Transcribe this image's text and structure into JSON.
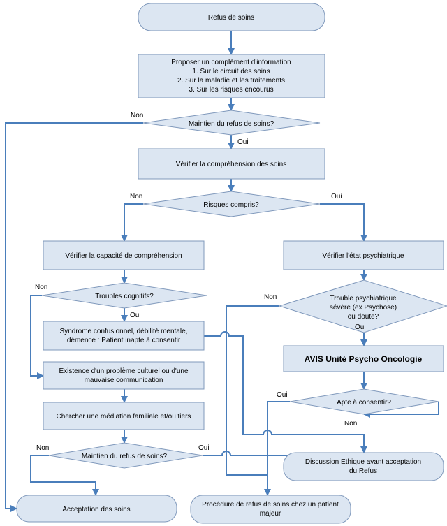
{
  "nodes": {
    "refus": "Refus de soins",
    "proposer": [
      "Proposer un complément d'information",
      "1. Sur le circuit des soins",
      "2. Sur la maladie et les traitements",
      "3. Sur les risques encourus"
    ],
    "maintien1": "Maintien du refus de soins?",
    "verifier_comp": "Vérifier la compréhension des soins",
    "risques": "Risques compris?",
    "capacite": "Vérifier la capacité de compréhension",
    "troubles_cog": "Troubles cognitifs?",
    "syndrome": [
      "Syndrome confusionnel, débilité mentale,",
      "démence : Patient inapte à consentir"
    ],
    "culturel": [
      "Existence d'un problème culturel ou d'une",
      "mauvaise communication"
    ],
    "mediation": "Chercher une médiation familiale et/ou tiers",
    "maintien2": "Maintien du refus de soins?",
    "acceptation": "Acceptation des soins",
    "procedure": [
      "Procédure de refus de soins chez un patient",
      "majeur"
    ],
    "etat_psy": "Vérifier l'état psychiatrique",
    "trouble_psy": [
      "Trouble psychiatrique",
      "sévère (ex Psychose)",
      "ou doute?"
    ],
    "avis": "AVIS Unité Psycho Oncologie",
    "apte": "Apte à consentir?",
    "discussion": [
      "Discussion Ethique avant acceptation",
      "du Refus"
    ]
  },
  "labels": {
    "non_maintien1": "Non",
    "oui_maintien1": "Oui",
    "non_risques": "Non",
    "oui_risques": "Oui",
    "non_troubles": "Non",
    "oui_troubles": "Oui",
    "non_trouble_psy": "Non",
    "oui_trouble_psy": "Oui",
    "oui_apte": "Oui",
    "non_apte": "Non",
    "non_maintien2": "Non",
    "oui_maintien2": "Oui"
  }
}
